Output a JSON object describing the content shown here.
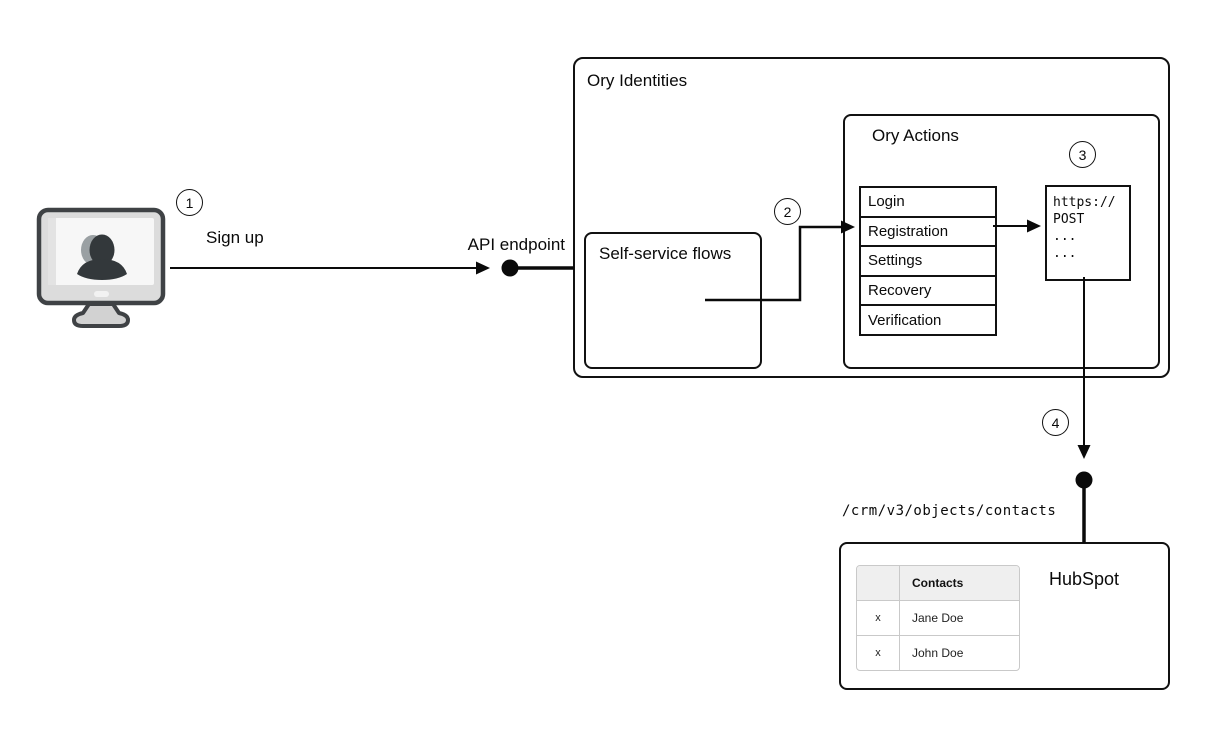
{
  "diagram": {
    "steps": {
      "s1": "1",
      "s2": "2",
      "s3": "3",
      "s4": "4"
    },
    "labels": {
      "sign_up": "Sign up",
      "api_endpoint": "API endpoint"
    },
    "icons": {
      "user_device": "monitor-user-icon"
    },
    "ory_identities": {
      "title": "Ory Identities",
      "self_service_flows_title": "Self-service flows",
      "ory_actions": {
        "title": "Ory Actions",
        "flows": [
          "Login",
          "Registration",
          "Settings",
          "Recovery",
          "Verification"
        ],
        "request_snippet": [
          "https://",
          "POST",
          "...",
          "..."
        ]
      }
    },
    "hubspot": {
      "title": "HubSpot",
      "endpoint_path": "/crm/v3/objects/contacts",
      "contacts_table": {
        "header_contacts": "Contacts",
        "rows": [
          {
            "action": "x",
            "name": "Jane Doe"
          },
          {
            "action": "x",
            "name": "John Doe"
          }
        ]
      }
    },
    "colors": {
      "line": "#0a0a0a",
      "box_border": "#111111",
      "table_header_bg": "#efefef",
      "table_border": "#c9c9c9"
    }
  }
}
